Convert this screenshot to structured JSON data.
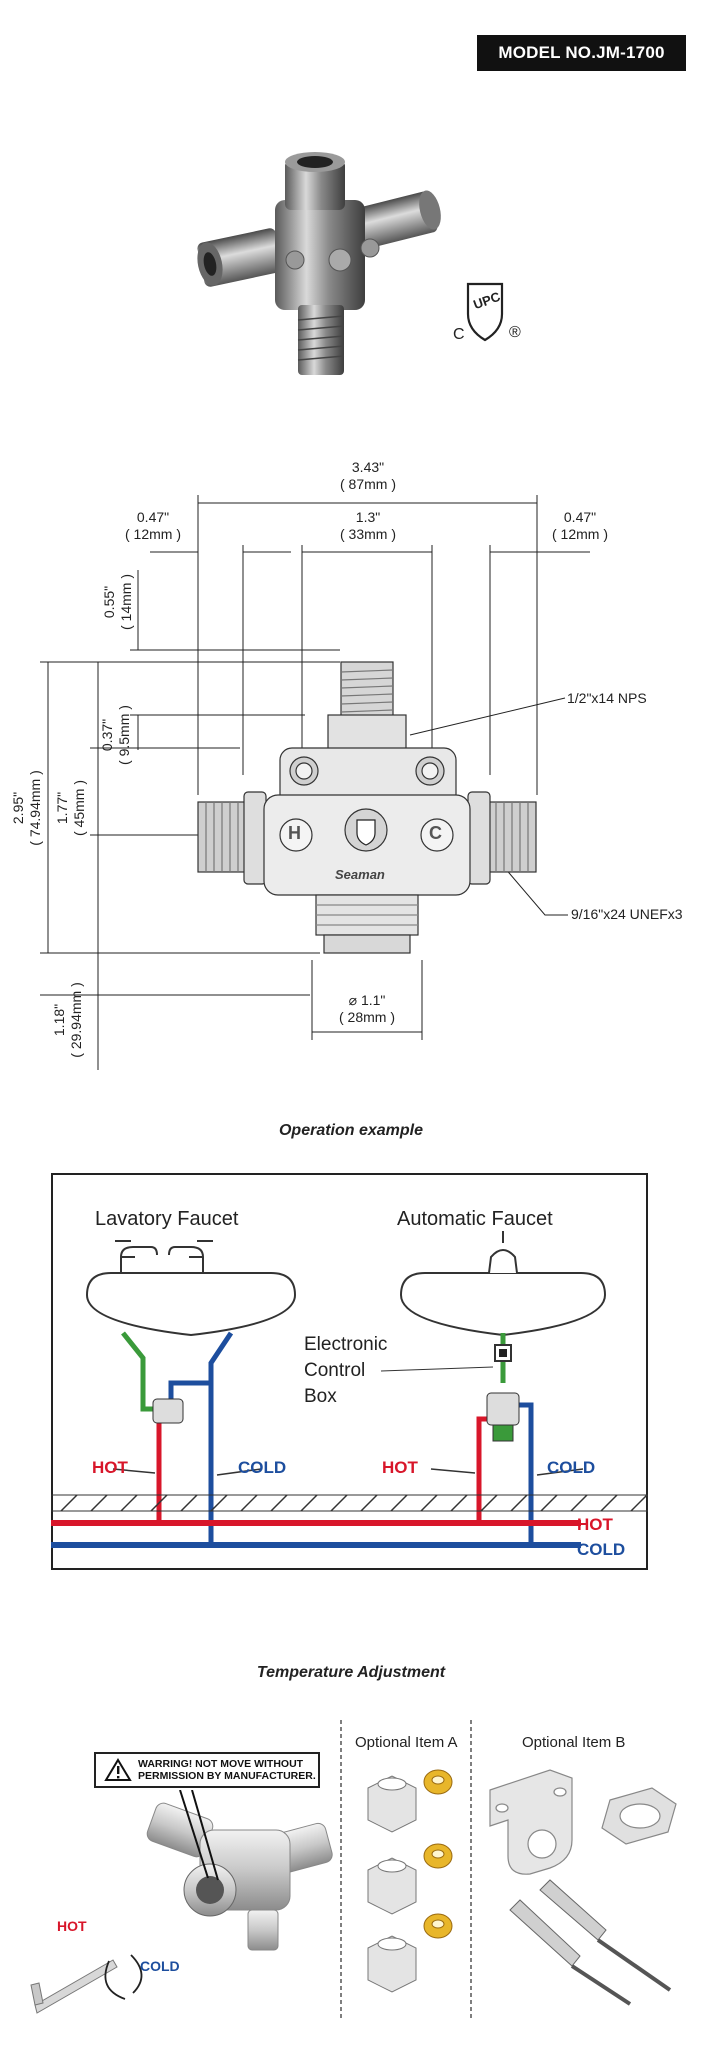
{
  "header": {
    "model_number": "MODEL NO.JM-1700",
    "cert_mark_letters": "UPC",
    "cert_c": "C",
    "cert_r": "®"
  },
  "dimensions": {
    "overall_width_in": "3.43\"",
    "overall_width_mm": "( 87mm )",
    "left_port_in": "0.47\"",
    "left_port_mm": "( 12mm )",
    "center_in": "1.3\"",
    "center_mm": "( 33mm )",
    "right_port_in": "0.47\"",
    "right_port_mm": "( 12mm )",
    "top_thread_len": "0.55\"\n( 14mm )",
    "thread_gap": "0.37\"\n( 9.5mm )",
    "body_height": "1.77\"\n( 45mm )",
    "overall_height": "2.95\"\n( 74.94mm )",
    "bottom_height": "1.18\"\n( 29.94mm )",
    "base_dia_in": "⌀ 1.1\"",
    "base_dia_mm": "( 28mm )",
    "top_thread_spec": "1/2\"x14 NPS",
    "side_thread_spec": "9/16\"x24 UNEFx3",
    "port_hot_letter": "H",
    "port_cold_letter": "C",
    "brand_mark": "Seaman"
  },
  "operation": {
    "title": "Operation example",
    "left_label": "Lavatory Faucet",
    "right_label": "Automatic Faucet",
    "control_box": "Electronic\nControl\nBox",
    "hot": "HOT",
    "cold": "COLD",
    "main_hot": "HOT",
    "main_cold": "COLD"
  },
  "temperature": {
    "title": "Temperature Adjustment",
    "optional_a": "Optional Item A",
    "optional_b": "Optional Item B",
    "warning": "WARRING!  NOT MOVE WITHOUT\nPERMISSION BY MANUFACTURER.",
    "hot": "HOT",
    "cold": "COLD"
  },
  "colors": {
    "hot": "#d8162a",
    "cold": "#1d4e9e",
    "green": "#3a9a3a"
  }
}
